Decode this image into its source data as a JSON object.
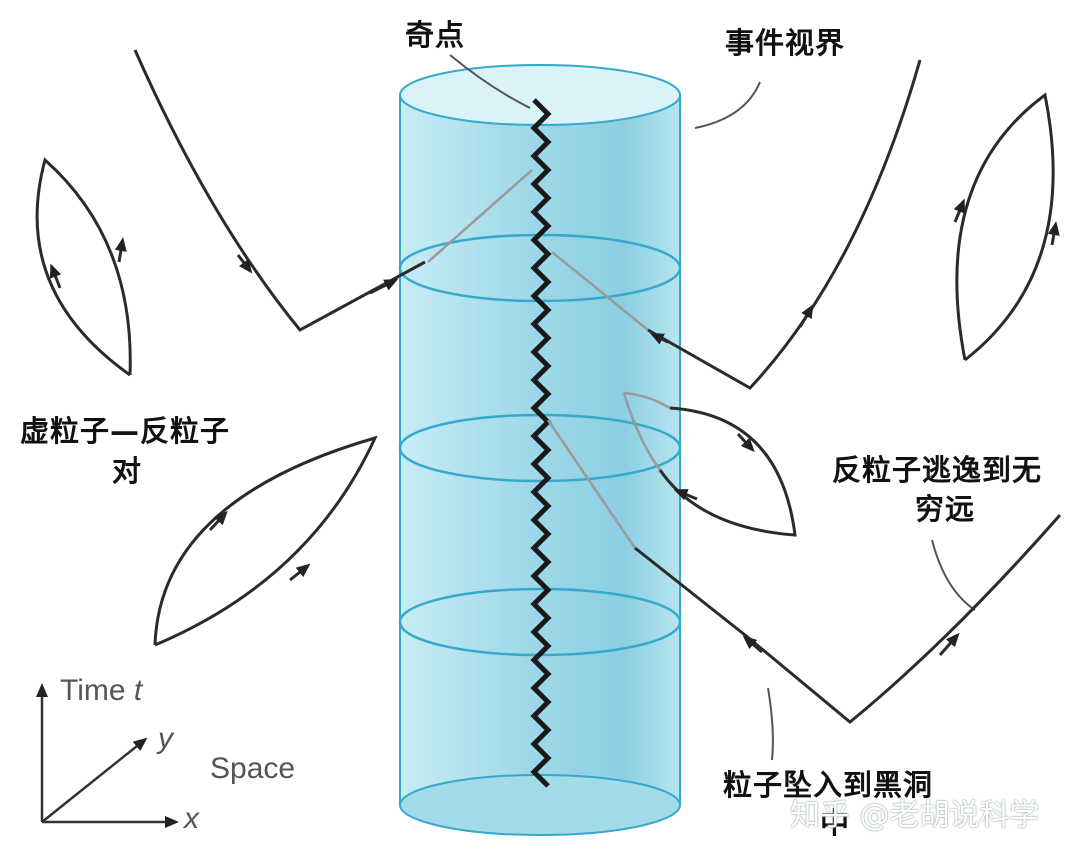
{
  "labels": {
    "singularity": "奇点",
    "event_horizon": "事件视界",
    "virtual_pair_line1": "虚粒子—反粒子",
    "virtual_pair_line2": "对",
    "antiparticle_escape_line1": "反粒子逃逸到无",
    "antiparticle_escape_line2": "穷远",
    "particle_falls_line1": "粒子坠入到黑洞",
    "particle_falls_line2": "中"
  },
  "axes": {
    "time_label": "Time",
    "time_symbol": "t",
    "y_symbol": "y",
    "x_symbol": "x",
    "space_label": "Space"
  },
  "watermark": "知乎 @老胡说科学",
  "colors": {
    "cylinder_fill": "#9fd6e6",
    "cylinder_edge": "#35a8cb",
    "worldline": "#2b2b2b",
    "inside_worldline": "#9a9a9a",
    "singularity": "#1a1a1a"
  }
}
